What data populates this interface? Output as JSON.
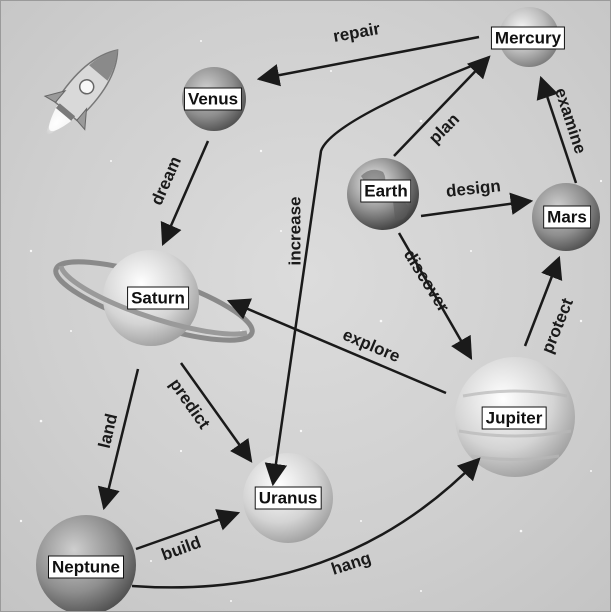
{
  "planets": {
    "mercury": "Mercury",
    "venus": "Venus",
    "earth": "Earth",
    "mars": "Mars",
    "saturn": "Saturn",
    "jupiter": "Jupiter",
    "uranus": "Uranus",
    "neptune": "Neptune"
  },
  "relations": {
    "repair": "repair",
    "examine": "examine",
    "plan": "plan",
    "design": "design",
    "dream": "dream",
    "increase": "increase",
    "discover": "discover",
    "explore": "explore",
    "protect": "protect",
    "land": "land",
    "predict": "predict",
    "build": "build",
    "hang": "hang"
  }
}
